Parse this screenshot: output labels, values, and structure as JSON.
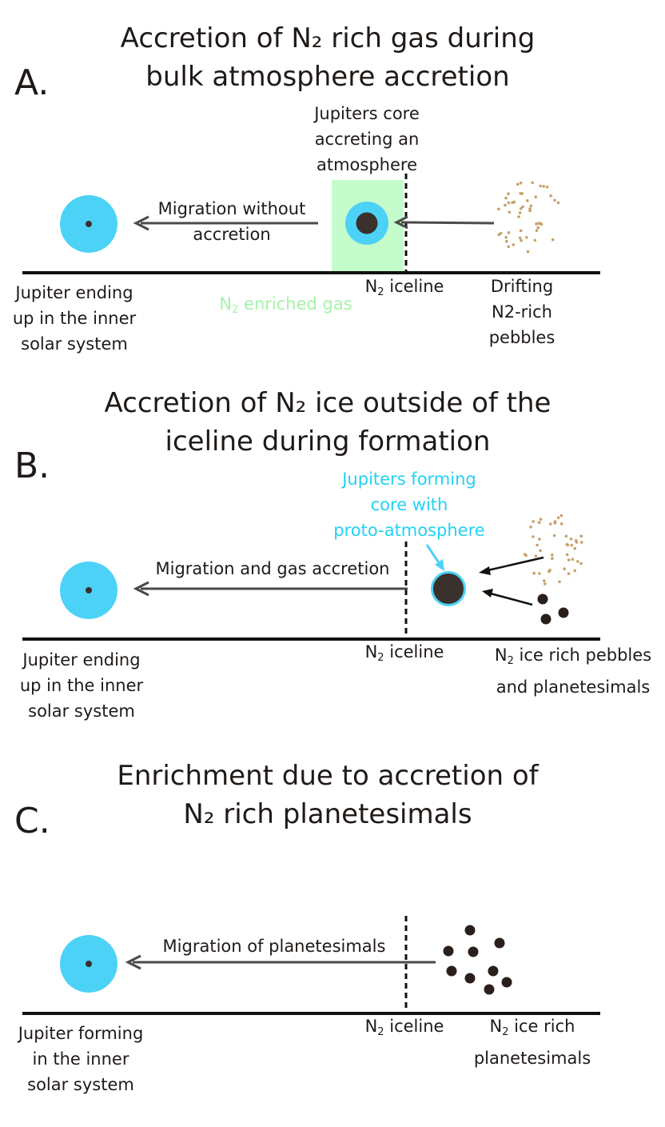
{
  "panels": [
    {
      "letter": "A.",
      "title": [
        "Accretion of N₂ rich gas during",
        "bulk atmosphere accretion"
      ],
      "core_label": [
        "Jupiters core",
        "accreting an",
        "atmosphere"
      ],
      "arrow_label": [
        "Migration without",
        "accretion"
      ],
      "iceline_label": {
        "prefix": "N",
        "sub": "2",
        "suffix": " iceline"
      },
      "gas_label": {
        "prefix": "N",
        "sub": "2",
        "suffix": " enriched gas"
      },
      "end_label": [
        "Jupiter ending",
        "up in the inner",
        "solar system"
      ],
      "source_label": [
        "Drifting",
        "N2-rich",
        "pebbles"
      ]
    },
    {
      "letter": "B.",
      "title": [
        "Accretion of N₂ ice outside of the",
        "iceline during formation"
      ],
      "core_label": [
        "Jupiters forming",
        "core with",
        "proto-atmosphere"
      ],
      "arrow_label": [
        "Migration and gas accretion"
      ],
      "iceline_label": {
        "prefix": "N",
        "sub": "2",
        "suffix": " iceline"
      },
      "end_label": [
        "Jupiter ending",
        "up in the inner",
        "solar system"
      ],
      "source_label": {
        "line1_prefix": "N",
        "line1_sub": "2",
        "line1_suffix": " ice rich pebbles",
        "line2": "and planetesimals"
      }
    },
    {
      "letter": "C.",
      "title": [
        "Enrichment due to accretion of",
        "N₂ rich planetesimals"
      ],
      "arrow_label": [
        "Migration of planetesimals"
      ],
      "iceline_label": {
        "prefix": "N",
        "sub": "2",
        "suffix": " iceline"
      },
      "end_label": [
        "Jupiter forming",
        "in the inner",
        "solar system"
      ],
      "source_label": {
        "line1_prefix": "N",
        "line1_sub": "2",
        "line1_suffix": " ice rich",
        "line2": "planetesimals"
      }
    }
  ],
  "colors": {
    "planet": "#4dd2f7",
    "core": "#3a302c",
    "gas_box": "#c4fccc",
    "gas_text": "#a6f2a9",
    "highlight_text": "#22d2f4",
    "pebble": "#c8a06a",
    "arrow": "#4a4a4a",
    "line": "#111111"
  }
}
